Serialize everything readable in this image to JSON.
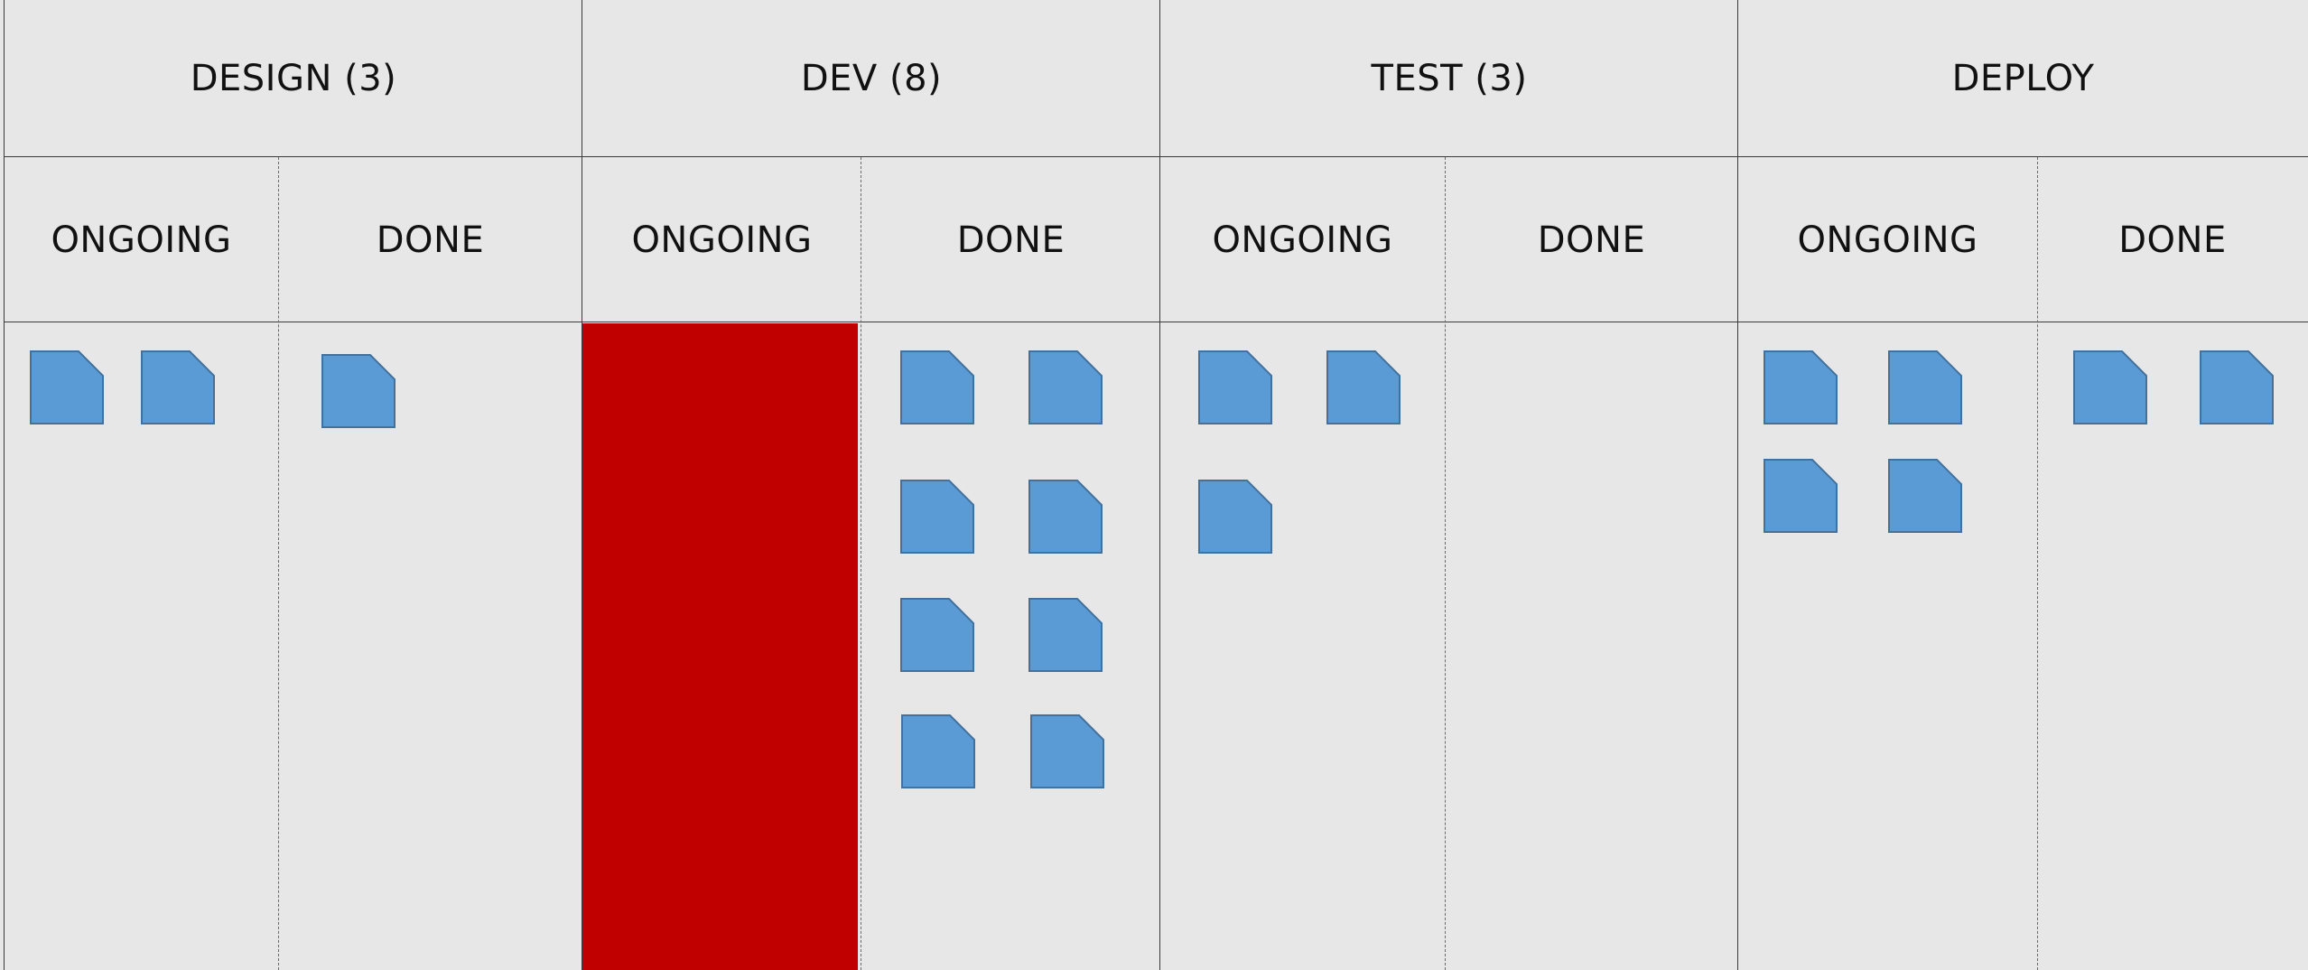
{
  "colors": {
    "background": "#e7e7e7",
    "card_fill": "#5b9bd5",
    "card_stroke": "#41719c",
    "blocked": "#c00000",
    "line": "#3a3a3a"
  },
  "stages": [
    {
      "title": "DESIGN (3)",
      "columns": [
        {
          "label": "ONGOING",
          "cards": 2,
          "blocked": false
        },
        {
          "label": "DONE",
          "cards": 1,
          "blocked": false
        }
      ]
    },
    {
      "title": "DEV (8)",
      "columns": [
        {
          "label": "ONGOING",
          "cards": 0,
          "blocked": true
        },
        {
          "label": "DONE",
          "cards": 8,
          "blocked": false
        }
      ]
    },
    {
      "title": "TEST (3)",
      "columns": [
        {
          "label": "ONGOING",
          "cards": 3,
          "blocked": false
        },
        {
          "label": "DONE",
          "cards": 0,
          "blocked": false
        }
      ]
    },
    {
      "title": "DEPLOY",
      "columns": [
        {
          "label": "ONGOING",
          "cards": 4,
          "blocked": false
        },
        {
          "label": "DONE",
          "cards": 2,
          "blocked": false
        }
      ]
    }
  ]
}
